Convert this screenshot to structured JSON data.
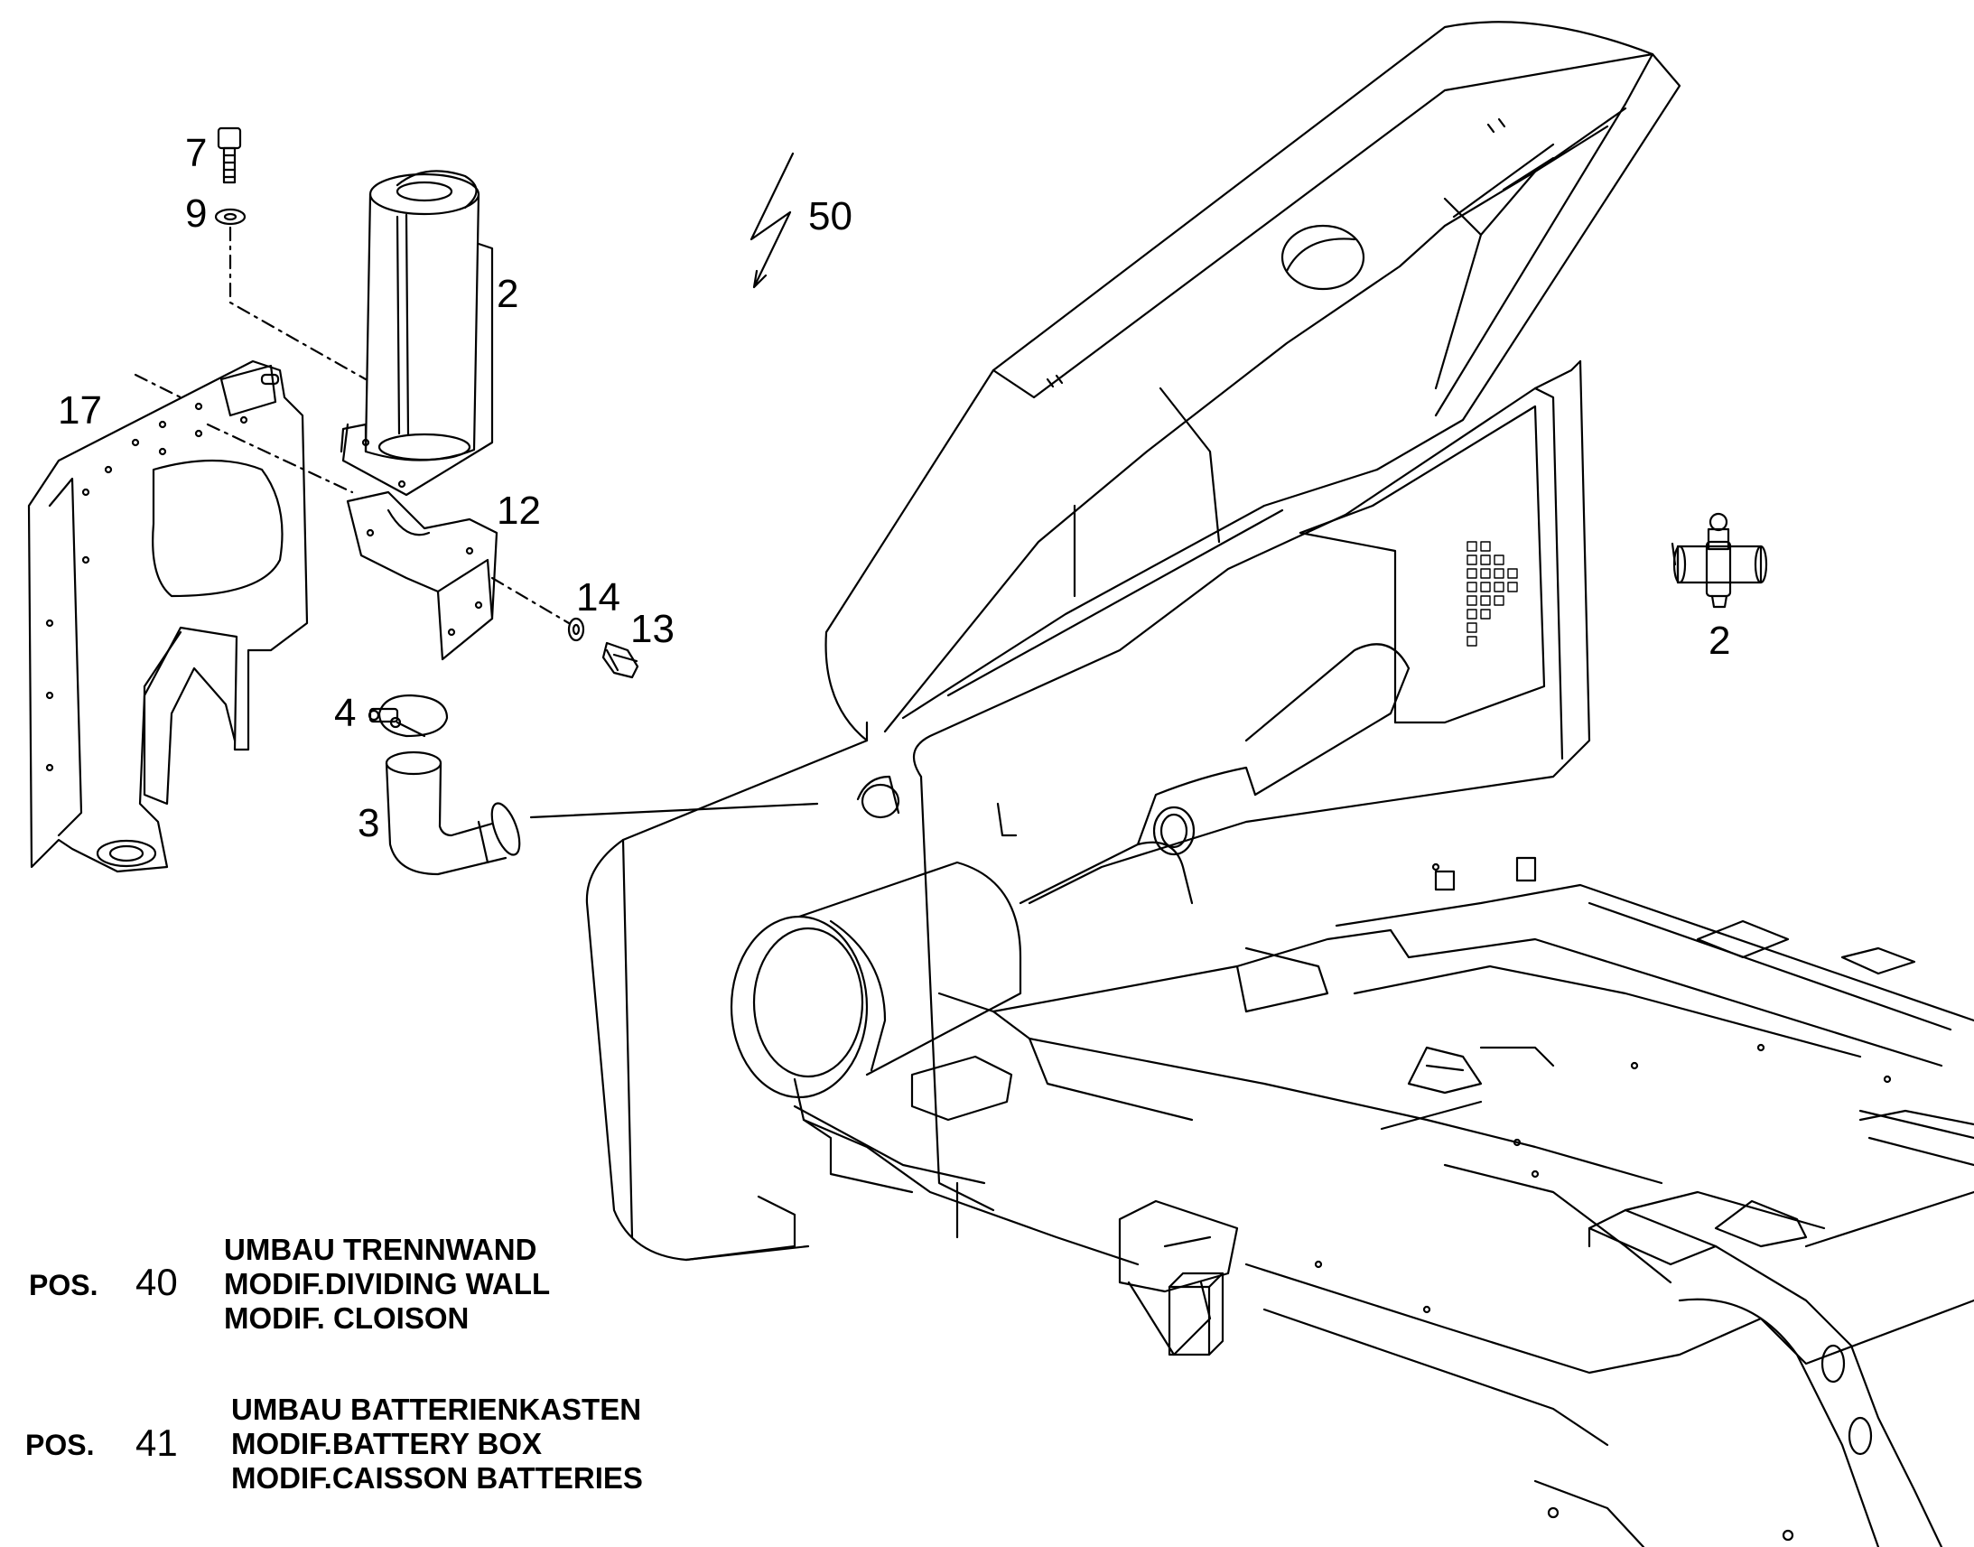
{
  "callouts": {
    "c7": "7",
    "c9": "9",
    "c2a": "2",
    "c50": "50",
    "c17": "17",
    "c12": "12",
    "c14": "14",
    "c13": "13",
    "c4": "4",
    "c3": "3",
    "c2b": "2"
  },
  "notes": [
    {
      "pos_label": "POS.",
      "number": "40",
      "lines": [
        "UMBAU TRENNWAND",
        "MODIF.DIVIDING WALL",
        "MODIF. CLOISON"
      ]
    },
    {
      "pos_label": "POS.",
      "number": "41",
      "lines": [
        "UMBAU BATTERIENKASTEN",
        "MODIF.BATTERY BOX",
        "MODIF.CAISSON BATTERIES"
      ]
    }
  ]
}
